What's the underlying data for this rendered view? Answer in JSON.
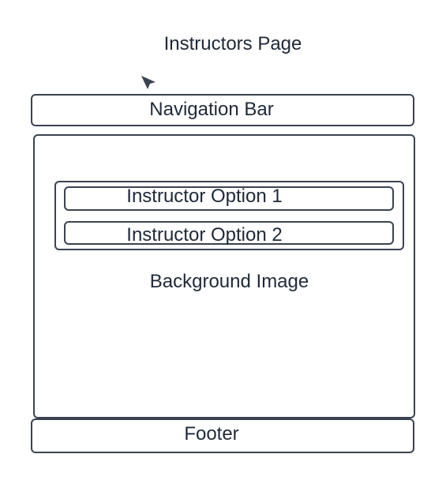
{
  "title": "Instructors Page",
  "nav_bar": {
    "label": "Navigation Bar"
  },
  "instructor_options": [
    {
      "label": "Instructor Option 1"
    },
    {
      "label": "Instructor Option 2"
    }
  ],
  "main": {
    "background_label": "Background Image"
  },
  "footer": {
    "label": "Footer"
  },
  "colors": {
    "stroke": "#3b4350",
    "text": "#1f2937",
    "background": "#ffffff"
  },
  "icons": {
    "cursor": "cursor-arrow-icon"
  }
}
